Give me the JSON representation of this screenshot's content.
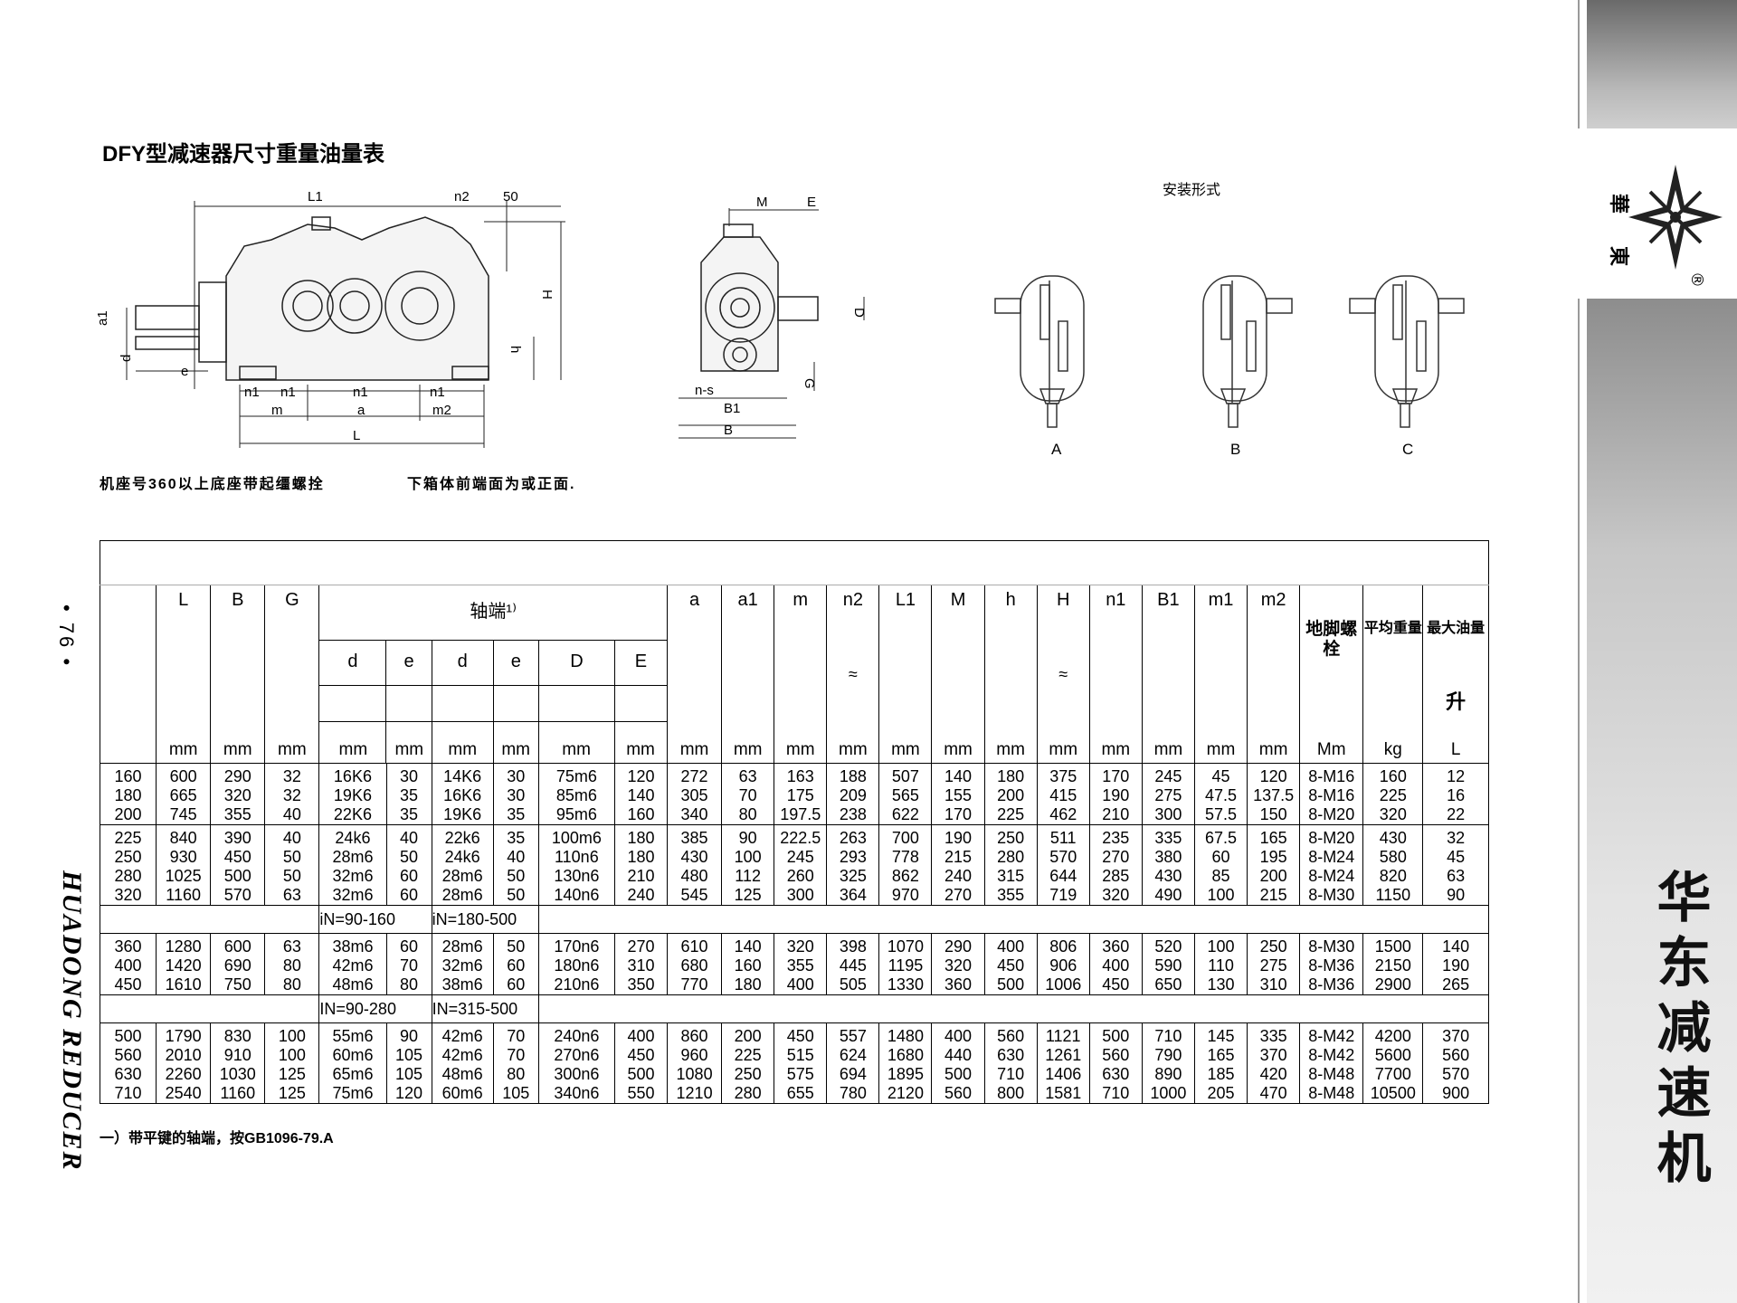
{
  "title": "DFY型减速器尺寸重量油量表",
  "notes": {
    "base_note": "机座号360以上底座带起缰螺拴",
    "face_note": "下箱体前端面为或正面.",
    "mounting_title": "安装形式",
    "footnote": "一）带平键的轴端，按GB1096-79.A"
  },
  "page_number": "• 76 •",
  "brand": {
    "latin": "HUADONG REDUCER",
    "chinese": "华东减速机",
    "logo_chars": [
      "華",
      "東"
    ],
    "registered": "®"
  },
  "drawing_labels": {
    "front": [
      "L1",
      "n2",
      "50",
      "H",
      "a1",
      "d",
      "e",
      "h",
      "n1",
      "n1",
      "n1",
      "n1",
      "m",
      "a",
      "m2",
      "L"
    ],
    "side": [
      "M",
      "E",
      "D",
      "G",
      "n-s",
      "B1",
      "B"
    ],
    "mounting": [
      "A",
      "B",
      "C"
    ]
  },
  "table": {
    "headers": {
      "L": {
        "label": "L",
        "unit": "mm"
      },
      "B": {
        "label": "B",
        "unit": "mm"
      },
      "G": {
        "label": "G",
        "unit": "mm"
      },
      "shaft": {
        "label": "轴端¹⁾",
        "cols": [
          "d",
          "e",
          "d",
          "e",
          "D",
          "E"
        ],
        "units": [
          "mm",
          "mm",
          "mm",
          "mm",
          "mm",
          "mm"
        ]
      },
      "a": {
        "label": "a",
        "unit": "mm"
      },
      "a1": {
        "label": "a1",
        "unit": "mm"
      },
      "m": {
        "label": "m",
        "unit": "mm"
      },
      "n2": {
        "label": "n2",
        "approx": "≈",
        "unit": "mm"
      },
      "L1": {
        "label": "L1",
        "unit": "mm"
      },
      "M": {
        "label": "M",
        "unit": "mm"
      },
      "h": {
        "label": "h",
        "unit": "mm"
      },
      "H": {
        "label": "H",
        "approx": "≈",
        "unit": "mm"
      },
      "n1": {
        "label": "n1",
        "unit": "mm"
      },
      "B1": {
        "label": "B1",
        "unit": "mm"
      },
      "m1": {
        "label": "m1",
        "unit": "mm"
      },
      "m2": {
        "label": "m2",
        "unit": "mm"
      },
      "bolt": {
        "label": "地脚螺栓",
        "unit": "Mm"
      },
      "weight": {
        "label": "平均重量",
        "unit": "kg"
      },
      "oil": {
        "label": "最大油量",
        "unit_cn": "升",
        "unit": "L"
      }
    },
    "groups": [
      {
        "size": [
          "160",
          "180",
          "200"
        ],
        "L": [
          "600",
          "665",
          "745"
        ],
        "B": [
          "290",
          "320",
          "355"
        ],
        "G": [
          "32",
          "32",
          "40"
        ],
        "d1": [
          "16K6",
          "19K6",
          "22K6"
        ],
        "e1": [
          "30",
          "35",
          "35"
        ],
        "d2": [
          "14K6",
          "16K6",
          "19K6"
        ],
        "e2": [
          "30",
          "30",
          "35"
        ],
        "D": [
          "75m6",
          "85m6",
          "95m6"
        ],
        "E": [
          "120",
          "140",
          "160"
        ],
        "a": [
          "272",
          "305",
          "340"
        ],
        "a1": [
          "63",
          "70",
          "80"
        ],
        "m": [
          "163",
          "175",
          "197.5"
        ],
        "n2": [
          "188",
          "209",
          "238"
        ],
        "L1": [
          "507",
          "565",
          "622"
        ],
        "M": [
          "140",
          "155",
          "170"
        ],
        "h": [
          "180",
          "200",
          "225"
        ],
        "H": [
          "375",
          "415",
          "462"
        ],
        "n1": [
          "170",
          "190",
          "210"
        ],
        "B1": [
          "245",
          "275",
          "300"
        ],
        "m1": [
          "45",
          "47.5",
          "57.5"
        ],
        "m2": [
          "120",
          "137.5",
          "150"
        ],
        "bolt": [
          "8-M16",
          "8-M16",
          "8-M20"
        ],
        "weight": [
          "160",
          "225",
          "320"
        ],
        "oil": [
          "12",
          "16",
          "22"
        ]
      },
      {
        "size": [
          "225",
          "250",
          "280",
          "320"
        ],
        "L": [
          "840",
          "930",
          "1025",
          "1160"
        ],
        "B": [
          "390",
          "450",
          "500",
          "570"
        ],
        "G": [
          "40",
          "50",
          "50",
          "63"
        ],
        "d1": [
          "24k6",
          "28m6",
          "32m6",
          "32m6"
        ],
        "e1": [
          "40",
          "50",
          "60",
          "60"
        ],
        "d2": [
          "22k6",
          "24k6",
          "28m6",
          "28m6"
        ],
        "e2": [
          "35",
          "40",
          "50",
          "50"
        ],
        "D": [
          "100m6",
          "110n6",
          "130n6",
          "140n6"
        ],
        "E": [
          "180",
          "180",
          "210",
          "240"
        ],
        "a": [
          "385",
          "430",
          "480",
          "545"
        ],
        "a1": [
          "90",
          "100",
          "112",
          "125"
        ],
        "m": [
          "222.5",
          "245",
          "260",
          "300"
        ],
        "n2": [
          "263",
          "293",
          "325",
          "364"
        ],
        "L1": [
          "700",
          "778",
          "862",
          "970"
        ],
        "M": [
          "190",
          "215",
          "240",
          "270"
        ],
        "h": [
          "250",
          "280",
          "315",
          "355"
        ],
        "H": [
          "511",
          "570",
          "644",
          "719"
        ],
        "n1": [
          "235",
          "270",
          "285",
          "320"
        ],
        "B1": [
          "335",
          "380",
          "430",
          "490"
        ],
        "m1": [
          "67.5",
          "60",
          "85",
          "100"
        ],
        "m2": [
          "165",
          "195",
          "200",
          "215"
        ],
        "bolt": [
          "8-M20",
          "8-M24",
          "8-M24",
          "8-M30"
        ],
        "weight": [
          "430",
          "580",
          "820",
          "1150"
        ],
        "oil": [
          "32",
          "45",
          "63",
          "90"
        ]
      },
      {
        "ratio_left": "iN=90-160",
        "ratio_right": "iN=180-500",
        "size": [
          "360",
          "400",
          "450"
        ],
        "L": [
          "1280",
          "1420",
          "1610"
        ],
        "B": [
          "600",
          "690",
          "750"
        ],
        "G": [
          "63",
          "80",
          "80"
        ],
        "d1": [
          "38m6",
          "42m6",
          "48m6"
        ],
        "e1": [
          "60",
          "70",
          "80"
        ],
        "d2": [
          "28m6",
          "32m6",
          "38m6"
        ],
        "e2": [
          "50",
          "60",
          "60"
        ],
        "D": [
          "170n6",
          "180n6",
          "210n6"
        ],
        "E": [
          "270",
          "310",
          "350"
        ],
        "a": [
          "610",
          "680",
          "770"
        ],
        "a1": [
          "140",
          "160",
          "180"
        ],
        "m": [
          "320",
          "355",
          "400"
        ],
        "n2": [
          "398",
          "445",
          "505"
        ],
        "L1": [
          "1070",
          "1195",
          "1330"
        ],
        "M": [
          "290",
          "320",
          "360"
        ],
        "h": [
          "400",
          "450",
          "500"
        ],
        "H": [
          "806",
          "906",
          "1006"
        ],
        "n1": [
          "360",
          "400",
          "450"
        ],
        "B1": [
          "520",
          "590",
          "650"
        ],
        "m1": [
          "100",
          "110",
          "130"
        ],
        "m2": [
          "250",
          "275",
          "310"
        ],
        "bolt": [
          "8-M30",
          "8-M36",
          "8-M36"
        ],
        "weight": [
          "1500",
          "2150",
          "2900"
        ],
        "oil": [
          "140",
          "190",
          "265"
        ]
      },
      {
        "ratio_left": "IN=90-280",
        "ratio_right": "IN=315-500",
        "size": [
          "500",
          "560",
          "630",
          "710"
        ],
        "L": [
          "1790",
          "2010",
          "2260",
          "2540"
        ],
        "B": [
          "830",
          "910",
          "1030",
          "1160"
        ],
        "G": [
          "100",
          "100",
          "125",
          "125"
        ],
        "d1": [
          "55m6",
          "60m6",
          "65m6",
          "75m6"
        ],
        "e1": [
          "90",
          "105",
          "105",
          "120"
        ],
        "d2": [
          "42m6",
          "42m6",
          "48m6",
          "60m6"
        ],
        "e2": [
          "70",
          "70",
          "80",
          "105"
        ],
        "D": [
          "240n6",
          "270n6",
          "300n6",
          "340n6"
        ],
        "E": [
          "400",
          "450",
          "500",
          "550"
        ],
        "a": [
          "860",
          "960",
          "1080",
          "1210"
        ],
        "a1": [
          "200",
          "225",
          "250",
          "280"
        ],
        "m": [
          "450",
          "515",
          "575",
          "655"
        ],
        "n2": [
          "557",
          "624",
          "694",
          "780"
        ],
        "L1": [
          "1480",
          "1680",
          "1895",
          "2120"
        ],
        "M": [
          "400",
          "440",
          "500",
          "560"
        ],
        "h": [
          "560",
          "630",
          "710",
          "800"
        ],
        "H": [
          "1121",
          "1261",
          "1406",
          "1581"
        ],
        "n1": [
          "500",
          "560",
          "630",
          "710"
        ],
        "B1": [
          "710",
          "790",
          "890",
          "1000"
        ],
        "m1": [
          "145",
          "165",
          "185",
          "205"
        ],
        "m2": [
          "335",
          "370",
          "420",
          "470"
        ],
        "bolt": [
          "8-M42",
          "8-M42",
          "8-M48",
          "8-M48"
        ],
        "weight": [
          "4200",
          "5600",
          "7700",
          "10500"
        ],
        "oil": [
          "370",
          "560",
          "570",
          "900"
        ]
      }
    ]
  }
}
